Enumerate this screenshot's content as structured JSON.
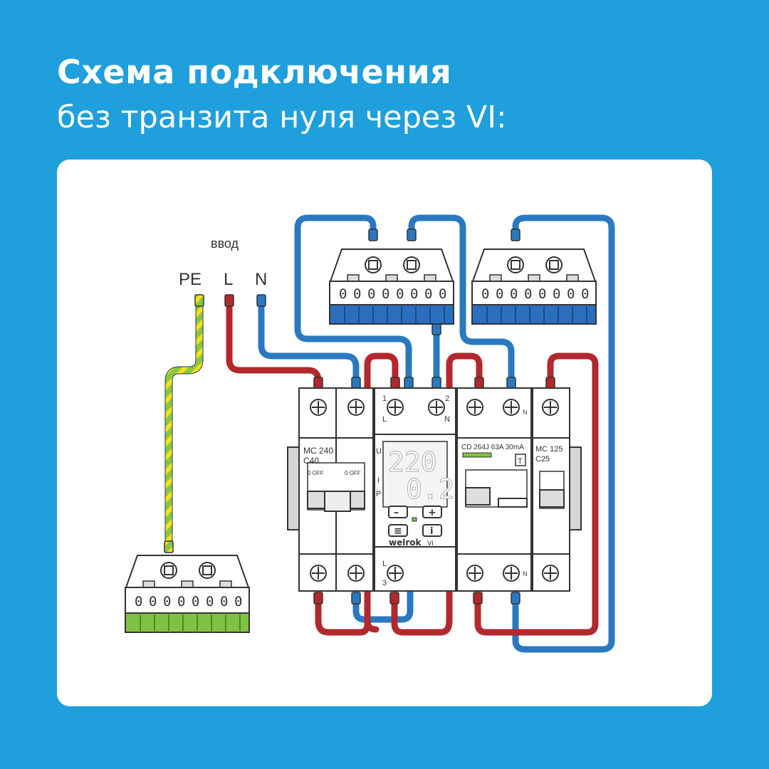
{
  "title": "Схема подключения",
  "subtitle": "без транзита нуля через VI:",
  "input": {
    "caption": "ввод",
    "pe": "PE",
    "l": "L",
    "n": "N"
  },
  "breaker1": {
    "model": "MC 240",
    "rating": "C40",
    "off_a": "0  OFF",
    "off_b": "0  OFF"
  },
  "relay": {
    "t1": "1",
    "t2": "2",
    "t3": "3",
    "l_top": "L",
    "n_top": "N",
    "l_bot": "L",
    "u": "U",
    "i": "I",
    "p": "P",
    "digits_top": "220",
    "digits_bot": "0.2",
    "minus": "–",
    "plus": "+",
    "menu": "≡",
    "info": "i",
    "brand": "welrok",
    "model": "VI"
  },
  "rcd": {
    "spec": "CD 264J 63A 30mA",
    "test": "T",
    "n_top": "N",
    "n_bot": "N"
  },
  "breaker2": {
    "model": "MC 125",
    "rating": "C25"
  },
  "colors": {
    "background": "#1f9fdc",
    "wire_blue": "#2a79c0",
    "wire_red": "#b3282d",
    "pe_green": "#8cc63f",
    "pe_yellow": "#f4e11c",
    "term_blue": "#2a6fbf",
    "term_green": "#7fc242"
  }
}
